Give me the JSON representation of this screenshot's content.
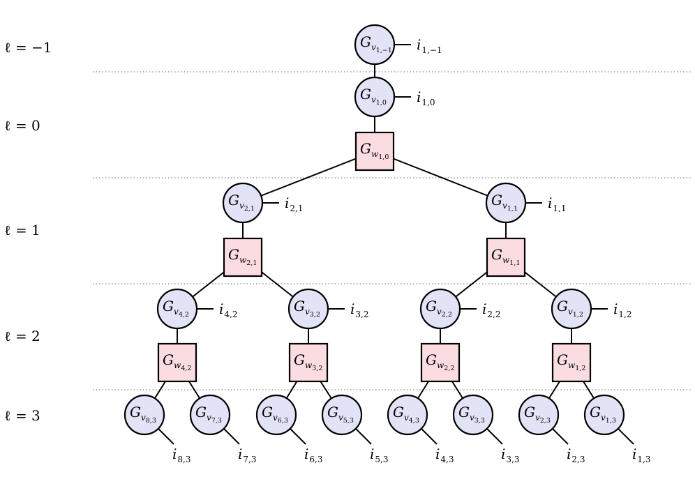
{
  "levels": [
    {
      "label": "ℓ = −1"
    },
    {
      "label": "ℓ = 0"
    },
    {
      "label": "ℓ = 1"
    },
    {
      "label": "ℓ = 2"
    },
    {
      "label": "ℓ = 3"
    }
  ],
  "colors": {
    "v_node_fill": "#e3e3f7",
    "w_node_fill": "#fbdde1",
    "stroke": "#000000",
    "divider": "#8a8a8a"
  },
  "v_nodes": [
    {
      "id": "v1m1",
      "letter": "G",
      "sub": "v",
      "subsub": "1,−1"
    },
    {
      "id": "v10",
      "letter": "G",
      "sub": "v",
      "subsub": "1,0"
    },
    {
      "id": "v21",
      "letter": "G",
      "sub": "v",
      "subsub": "2,1"
    },
    {
      "id": "v11",
      "letter": "G",
      "sub": "v",
      "subsub": "1,1"
    },
    {
      "id": "v42",
      "letter": "G",
      "sub": "v",
      "subsub": "4,2"
    },
    {
      "id": "v32",
      "letter": "G",
      "sub": "v",
      "subsub": "3,2"
    },
    {
      "id": "v22",
      "letter": "G",
      "sub": "v",
      "subsub": "2,2"
    },
    {
      "id": "v12",
      "letter": "G",
      "sub": "v",
      "subsub": "1,2"
    },
    {
      "id": "v83",
      "letter": "G",
      "sub": "v",
      "subsub": "8,3"
    },
    {
      "id": "v73",
      "letter": "G",
      "sub": "v",
      "subsub": "7,3"
    },
    {
      "id": "v63",
      "letter": "G",
      "sub": "v",
      "subsub": "6,3"
    },
    {
      "id": "v53",
      "letter": "G",
      "sub": "v",
      "subsub": "5,3"
    },
    {
      "id": "v43",
      "letter": "G",
      "sub": "v",
      "subsub": "4,3"
    },
    {
      "id": "v33",
      "letter": "G",
      "sub": "v",
      "subsub": "3,3"
    },
    {
      "id": "v23",
      "letter": "G",
      "sub": "v",
      "subsub": "2,3"
    },
    {
      "id": "v13",
      "letter": "G",
      "sub": "v",
      "subsub": "1,3"
    }
  ],
  "w_nodes": [
    {
      "id": "w10",
      "letter": "G",
      "sub": "w",
      "subsub": "1,0"
    },
    {
      "id": "w21",
      "letter": "G",
      "sub": "w",
      "subsub": "2,1"
    },
    {
      "id": "w11",
      "letter": "G",
      "sub": "w",
      "subsub": "1,1"
    },
    {
      "id": "w42",
      "letter": "G",
      "sub": "w",
      "subsub": "4,2"
    },
    {
      "id": "w32",
      "letter": "G",
      "sub": "w",
      "subsub": "3,2"
    },
    {
      "id": "w22",
      "letter": "G",
      "sub": "w",
      "subsub": "2,2"
    },
    {
      "id": "w12",
      "letter": "G",
      "sub": "w",
      "subsub": "1,2"
    }
  ],
  "index_labels": [
    {
      "id": "v1m1",
      "letter": "i",
      "sub": "1,−1"
    },
    {
      "id": "v10",
      "letter": "i",
      "sub": "1,0"
    },
    {
      "id": "v21",
      "letter": "i",
      "sub": "2,1"
    },
    {
      "id": "v11",
      "letter": "i",
      "sub": "1,1"
    },
    {
      "id": "v42",
      "letter": "i",
      "sub": "4,2"
    },
    {
      "id": "v32",
      "letter": "i",
      "sub": "3,2"
    },
    {
      "id": "v22",
      "letter": "i",
      "sub": "2,2"
    },
    {
      "id": "v12",
      "letter": "i",
      "sub": "1,2"
    },
    {
      "id": "v83",
      "letter": "i",
      "sub": "8,3"
    },
    {
      "id": "v73",
      "letter": "i",
      "sub": "7,3"
    },
    {
      "id": "v63",
      "letter": "i",
      "sub": "6,3"
    },
    {
      "id": "v53",
      "letter": "i",
      "sub": "5,3"
    },
    {
      "id": "v43",
      "letter": "i",
      "sub": "4,3"
    },
    {
      "id": "v33",
      "letter": "i",
      "sub": "3,3"
    },
    {
      "id": "v23",
      "letter": "i",
      "sub": "2,3"
    },
    {
      "id": "v13",
      "letter": "i",
      "sub": "1,3"
    }
  ],
  "edges": [
    [
      "v1m1",
      "v10"
    ],
    [
      "v10",
      "w10"
    ],
    [
      "w10",
      "v21"
    ],
    [
      "w10",
      "v11"
    ],
    [
      "v21",
      "w21"
    ],
    [
      "v11",
      "w11"
    ],
    [
      "w21",
      "v42"
    ],
    [
      "w21",
      "v32"
    ],
    [
      "w11",
      "v22"
    ],
    [
      "w11",
      "v12"
    ],
    [
      "v42",
      "w42"
    ],
    [
      "v32",
      "w32"
    ],
    [
      "v22",
      "w22"
    ],
    [
      "v12",
      "w12"
    ],
    [
      "w42",
      "v83"
    ],
    [
      "w42",
      "v73"
    ],
    [
      "w32",
      "v63"
    ],
    [
      "w32",
      "v53"
    ],
    [
      "w22",
      "v43"
    ],
    [
      "w22",
      "v33"
    ],
    [
      "w12",
      "v23"
    ],
    [
      "w12",
      "v13"
    ]
  ]
}
